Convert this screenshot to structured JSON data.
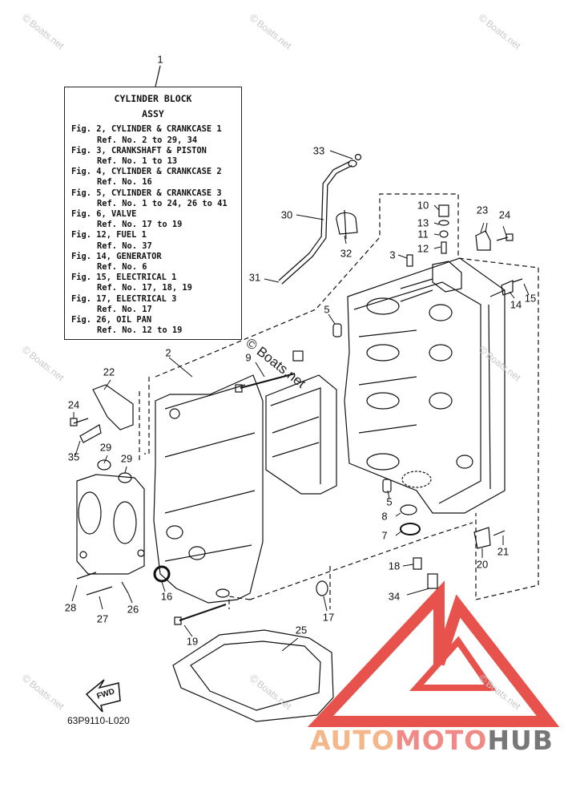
{
  "legend": {
    "callout": "1",
    "title": "CYLINDER BLOCK",
    "subtitle": "ASSY",
    "rows": [
      {
        "fig": "Fig. 2, CYLINDER & CRANKCASE 1",
        "ref": "Ref. No. 2 to 29, 34"
      },
      {
        "fig": "Fig. 3, CRANKSHAFT & PISTON",
        "ref": "Ref. No. 1 to 13"
      },
      {
        "fig": "Fig. 4, CYLINDER & CRANKCASE 2",
        "ref": "Ref. No. 16"
      },
      {
        "fig": "Fig. 5, CYLINDER & CRANKCASE 3",
        "ref": "Ref. No. 1 to 24, 26 to 41"
      },
      {
        "fig": "Fig. 6, VALVE",
        "ref": "Ref. No. 17 to 19"
      },
      {
        "fig": "Fig. 12, FUEL 1",
        "ref": "Ref. No. 37"
      },
      {
        "fig": "Fig. 14, GENERATOR",
        "ref": "Ref. No. 6"
      },
      {
        "fig": "Fig. 15, ELECTRICAL 1",
        "ref": "Ref. No. 17, 18, 19"
      },
      {
        "fig": "Fig. 17, ELECTRICAL 3",
        "ref": "Ref. No. 17"
      },
      {
        "fig": "Fig. 26, OIL PAN",
        "ref": "Ref. No. 12 to 19"
      }
    ]
  },
  "callouts": {
    "c2": "2",
    "c3": "3",
    "c5a": "5",
    "c5b": "5",
    "c7": "7",
    "c8": "8",
    "c9": "9",
    "c10": "10",
    "c11": "11",
    "c12": "12",
    "c13": "13",
    "c14": "14",
    "c15": "15",
    "c16": "16",
    "c17": "17",
    "c18": "18",
    "c19": "19",
    "c20": "20",
    "c21": "21",
    "c22": "22",
    "c23": "23",
    "c24a": "24",
    "c24b": "24",
    "c25": "25",
    "c26": "26",
    "c27": "27",
    "c28": "28",
    "c29a": "29",
    "c29b": "29",
    "c30": "30",
    "c31": "31",
    "c32": "32",
    "c33": "33",
    "c34": "34",
    "c35": "35"
  },
  "fwd_label": "FWD",
  "drawing_code": "63P9110-L020",
  "watermark": {
    "symbol": "©",
    "text": "Boats.net"
  },
  "brand": {
    "part1": "AUTO",
    "part2": "MOTO",
    "part3": "HUB",
    "color_auto": "#f3b78a",
    "color_moto": "#f08a87",
    "color_hub": "#777777",
    "logo_color": "#e8524c"
  }
}
